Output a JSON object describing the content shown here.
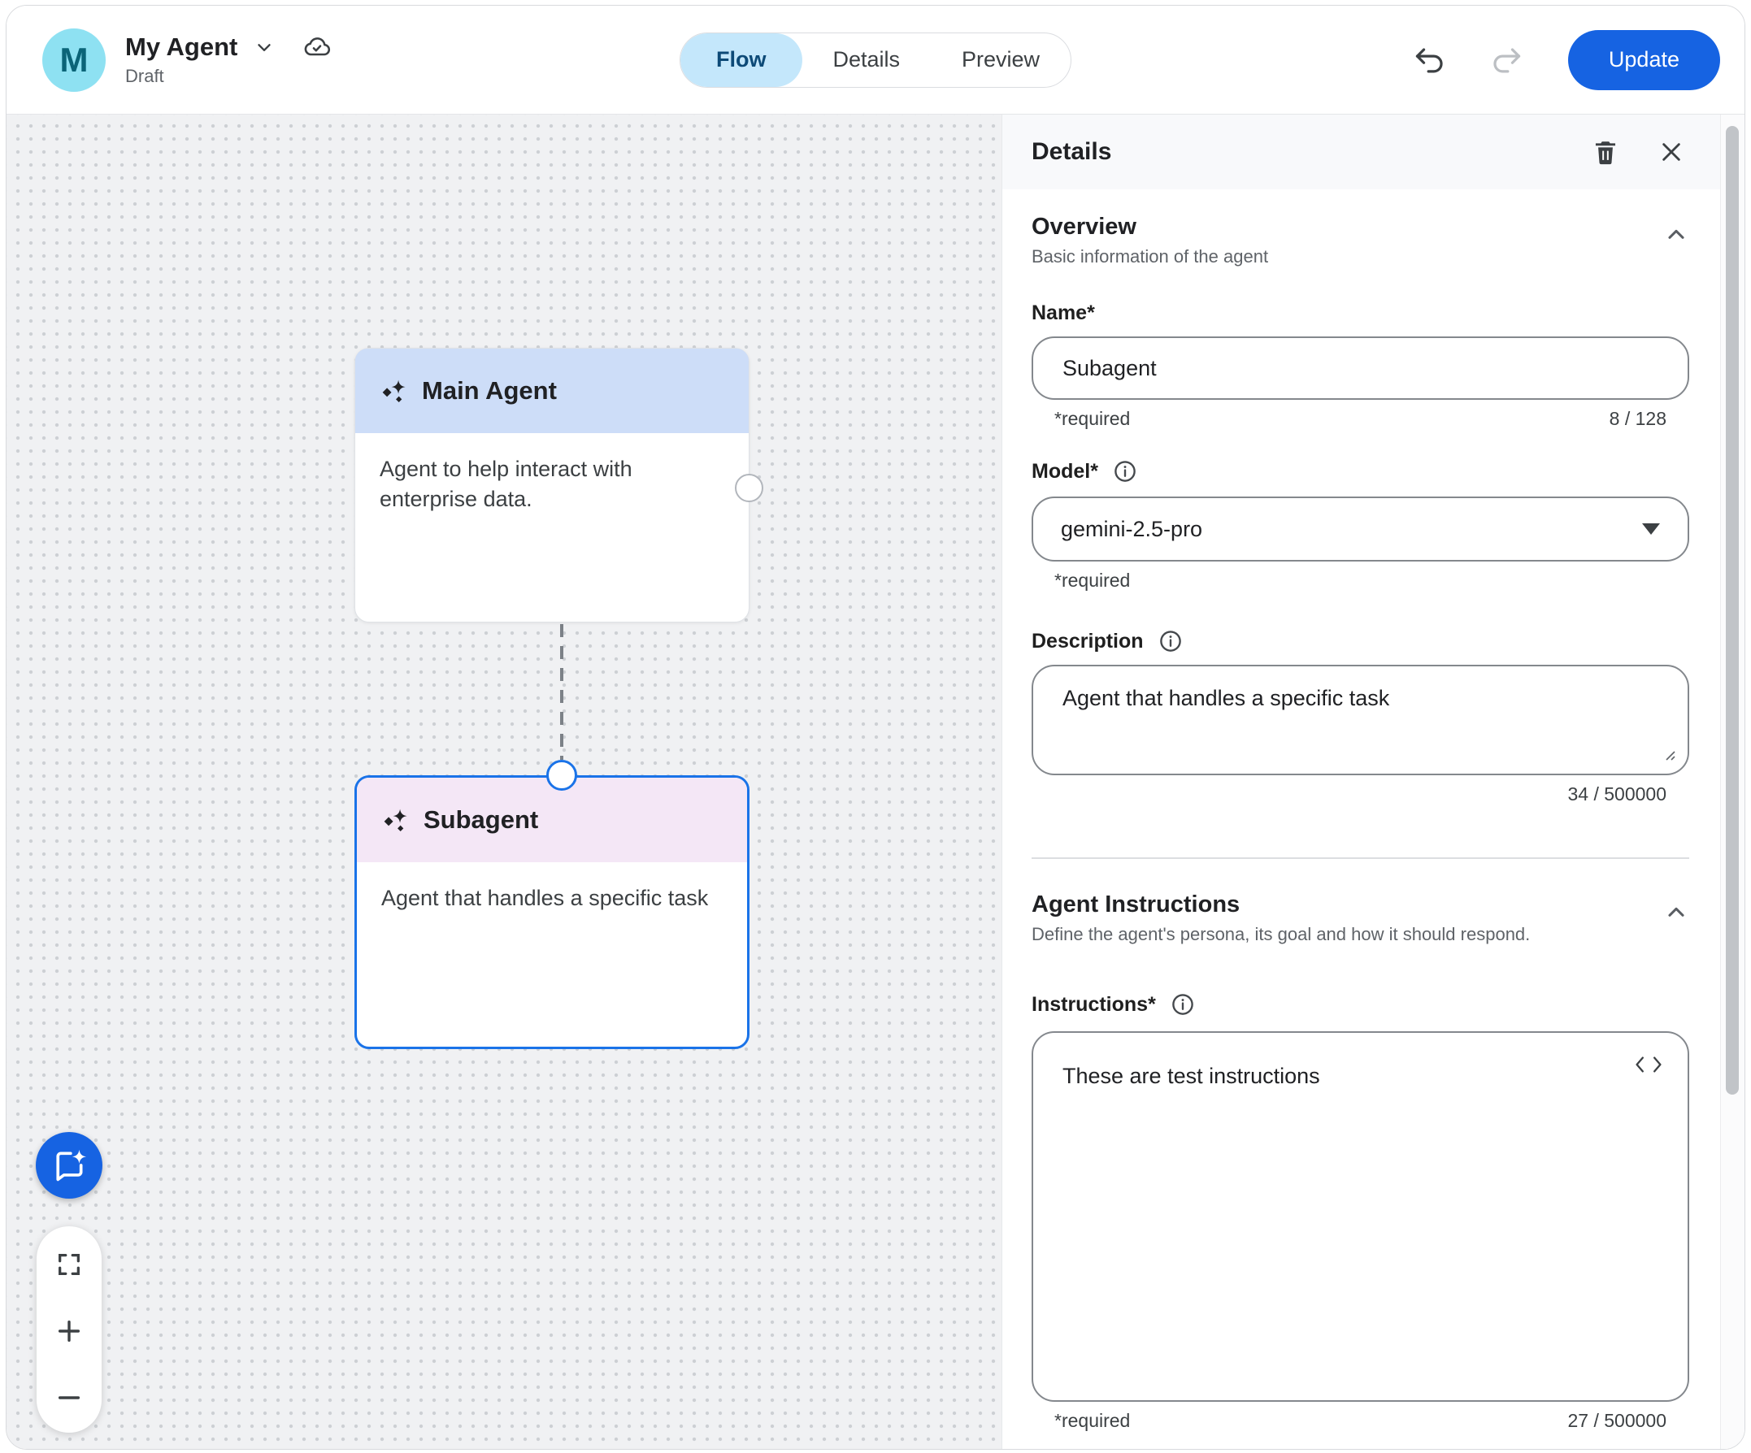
{
  "header": {
    "avatar_letter": "M",
    "title": "My Agent",
    "status": "Draft",
    "tabs": [
      {
        "label": "Flow",
        "active": true
      },
      {
        "label": "Details",
        "active": false
      },
      {
        "label": "Preview",
        "active": false
      }
    ],
    "update_label": "Update"
  },
  "canvas": {
    "nodes": [
      {
        "title": "Main Agent",
        "description": "Agent to help interact with enterprise data."
      },
      {
        "title": "Subagent",
        "description": "Agent that handles a specific task"
      }
    ]
  },
  "panel": {
    "title": "Details",
    "overview": {
      "title": "Overview",
      "subtitle": "Basic information of the agent",
      "name": {
        "label": "Name*",
        "value": "Subagent",
        "helper": "*required",
        "counter": "8 / 128"
      },
      "model": {
        "label": "Model*",
        "value": "gemini-2.5-pro",
        "helper": "*required"
      },
      "description": {
        "label": "Description",
        "value": "Agent that handles a specific task",
        "counter": "34 / 500000"
      }
    },
    "instructions": {
      "title": "Agent Instructions",
      "subtitle": "Define the agent's persona, its goal and how it should respond.",
      "label": "Instructions*",
      "value": "These are test instructions",
      "helper": "*required",
      "counter": "27 / 500000"
    }
  },
  "icons": {
    "sparkle": "gemini-sparkle-icon",
    "cloud": "cloud-done-icon",
    "chat_fab": "chat-sparkle-icon"
  },
  "colors": {
    "primary_button": "#1663e2",
    "selected_node_border": "#1a73e8",
    "tab_active_bg": "#c4e7fb",
    "tab_active_text": "#0d4a77",
    "main_agent_header": "#cdddf8",
    "subagent_header": "#f4e7f6",
    "avatar_bg": "#8ee1f2",
    "avatar_text": "#0b6478"
  }
}
